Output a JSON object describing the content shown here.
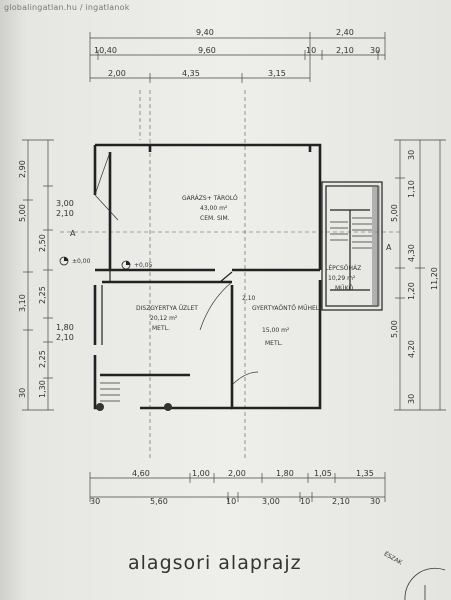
{
  "watermark": "globalingatlan.hu / ingatlanok",
  "caption": "alagsori alaprajz",
  "north_label": "ÉSZAK",
  "section_mark": "A",
  "dims_top": {
    "overall": [
      "9,40",
      "2,40"
    ],
    "row2": [
      "10,40",
      "9,60",
      "10",
      "2,10",
      "30"
    ],
    "row3": [
      "2,00",
      "4,35",
      "3,15"
    ]
  },
  "dims_bottom": {
    "row1": [
      "4,60",
      "1,00",
      "2,00",
      "1,80",
      "1,05",
      "1,35"
    ],
    "row2": [
      "30",
      "5,60",
      "10",
      "3,00",
      "10",
      "2,10",
      "30"
    ]
  },
  "dims_left": [
    "2,90",
    "5,00",
    "3,00",
    "2,10",
    "2,50",
    "2,25",
    "1,80",
    "2,10",
    "3,10",
    "2,25",
    "1,30",
    "30"
  ],
  "dims_right": [
    "30",
    "1,10",
    "5,00",
    "4,30",
    "11,20",
    "1,20",
    "5,00",
    "4,20",
    "30"
  ],
  "levels": [
    "±0,00",
    "+0,05"
  ],
  "rooms": {
    "garage": {
      "name": "GARÁZS+ TÁROLÓ",
      "area": "43,00 m²",
      "floor": "CEM. SIM."
    },
    "hall": {
      "name": "LÉPCSŐHÁZ",
      "area": "10,29 m²",
      "floor": "MŰKŐ"
    },
    "workshop": {
      "name": "DISZGYERTYA ÜZLET",
      "area": "20,12 m²",
      "floor": "METL."
    },
    "studio": {
      "name": "GYERTYAÖNTŐ MŰHELY",
      "area": "15,00 m²",
      "floor": "METL."
    }
  },
  "door_label": "2,10"
}
